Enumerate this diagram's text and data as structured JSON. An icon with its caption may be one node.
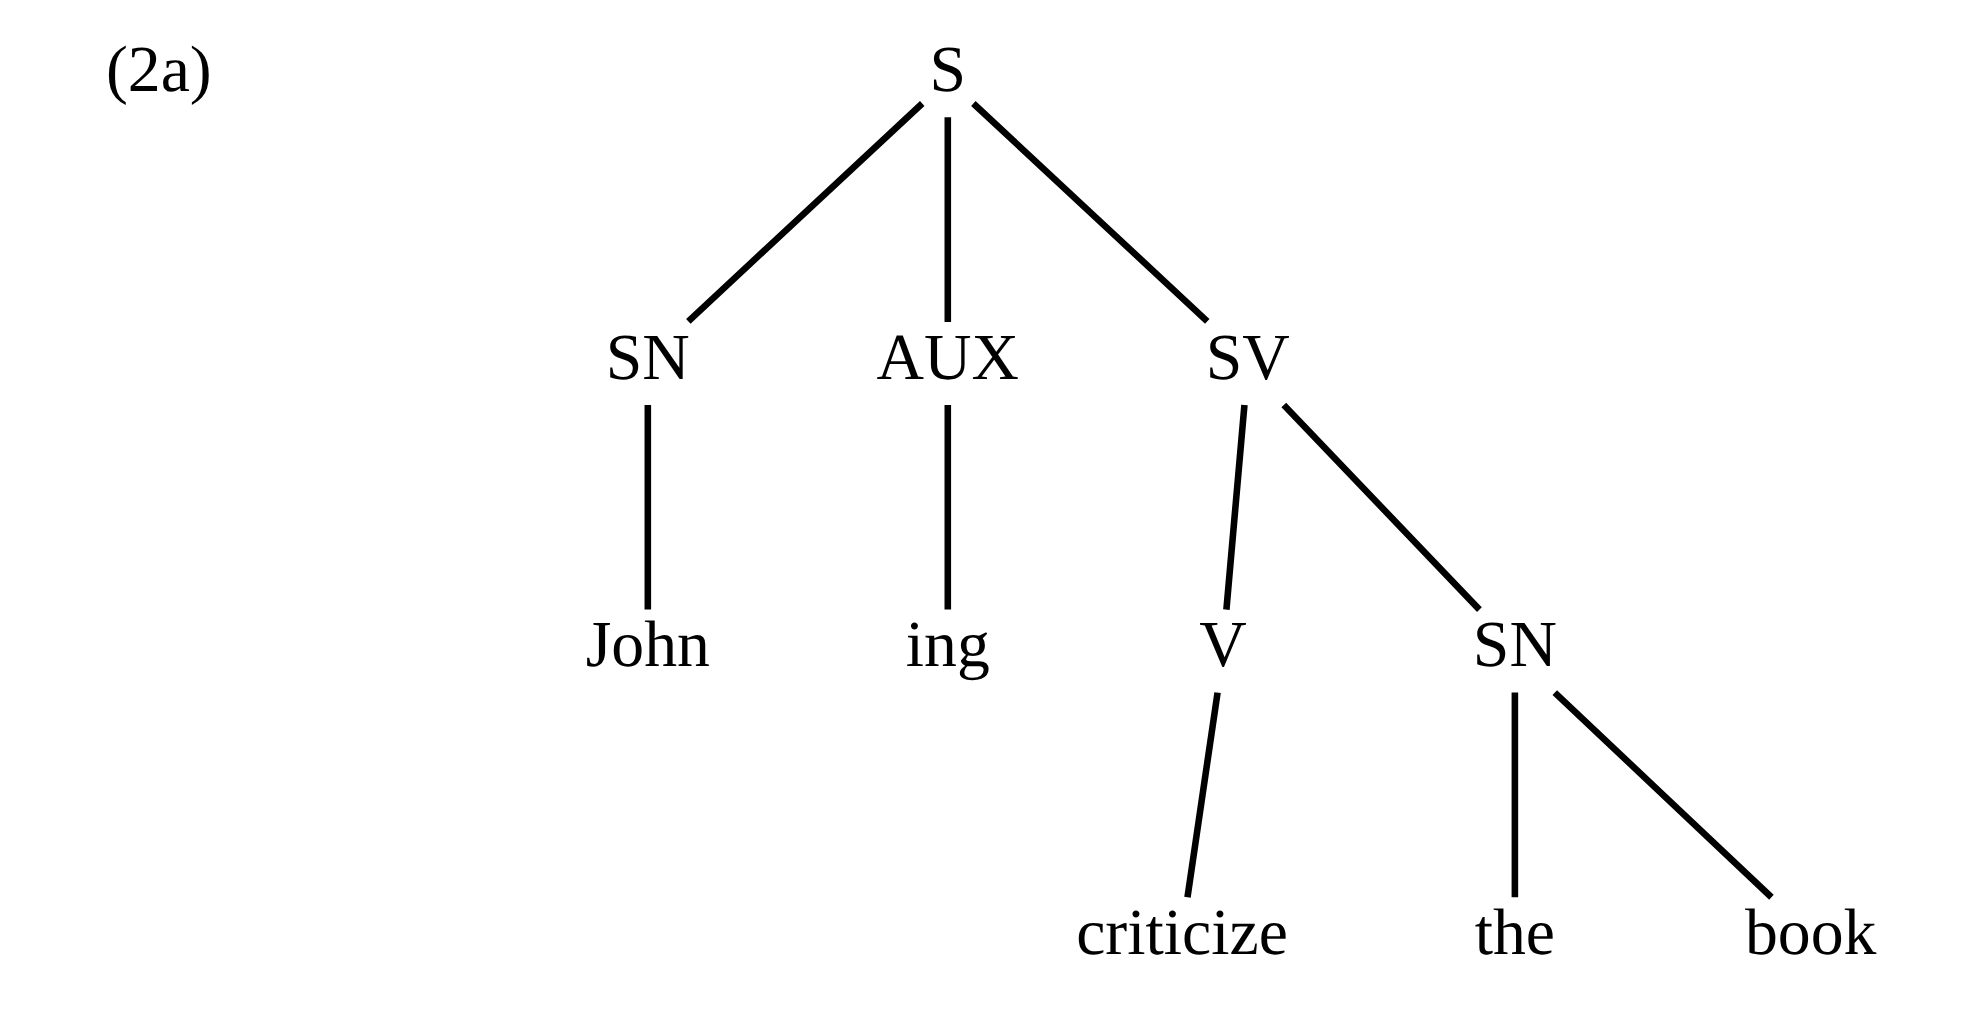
{
  "diagram": {
    "nodes": [
      {
        "text": [
          "S"
        ]
      },
      {
        "text": [
          "SN"
        ]
      },
      {
        "text": [
          "AUX"
        ]
      },
      {
        "text": [
          "SV"
        ]
      },
      {
        "text": [
          "John"
        ]
      },
      {
        "text": [
          "ing"
        ]
      },
      {
        "text": [
          "V"
        ]
      },
      {
        "text": [
          "SN"
        ]
      },
      {
        "text": [
          "criticize"
        ]
      },
      {
        "text": [
          "the"
        ]
      },
      {
        "text": [
          "book"
        ]
      }
    ],
    "edges": [
      {
        "from": 0,
        "to": 1,
        "arrow": "none"
      },
      {
        "from": 0,
        "to": 2,
        "arrow": "none"
      },
      {
        "from": 0,
        "to": 3,
        "arrow": "none"
      },
      {
        "from": 1,
        "to": 4,
        "arrow": "none"
      },
      {
        "from": 2,
        "to": 5,
        "arrow": "none"
      },
      {
        "from": 3,
        "to": 6,
        "arrow": "none"
      },
      {
        "from": 3,
        "to": 7,
        "arrow": "none"
      },
      {
        "from": 6,
        "to": 8,
        "arrow": "none"
      },
      {
        "from": 7,
        "to": 9,
        "arrow": "none"
      },
      {
        "from": 7,
        "to": 10,
        "arrow": "none"
      }
    ],
    "labels": [
      "(2a)"
    ]
  }
}
